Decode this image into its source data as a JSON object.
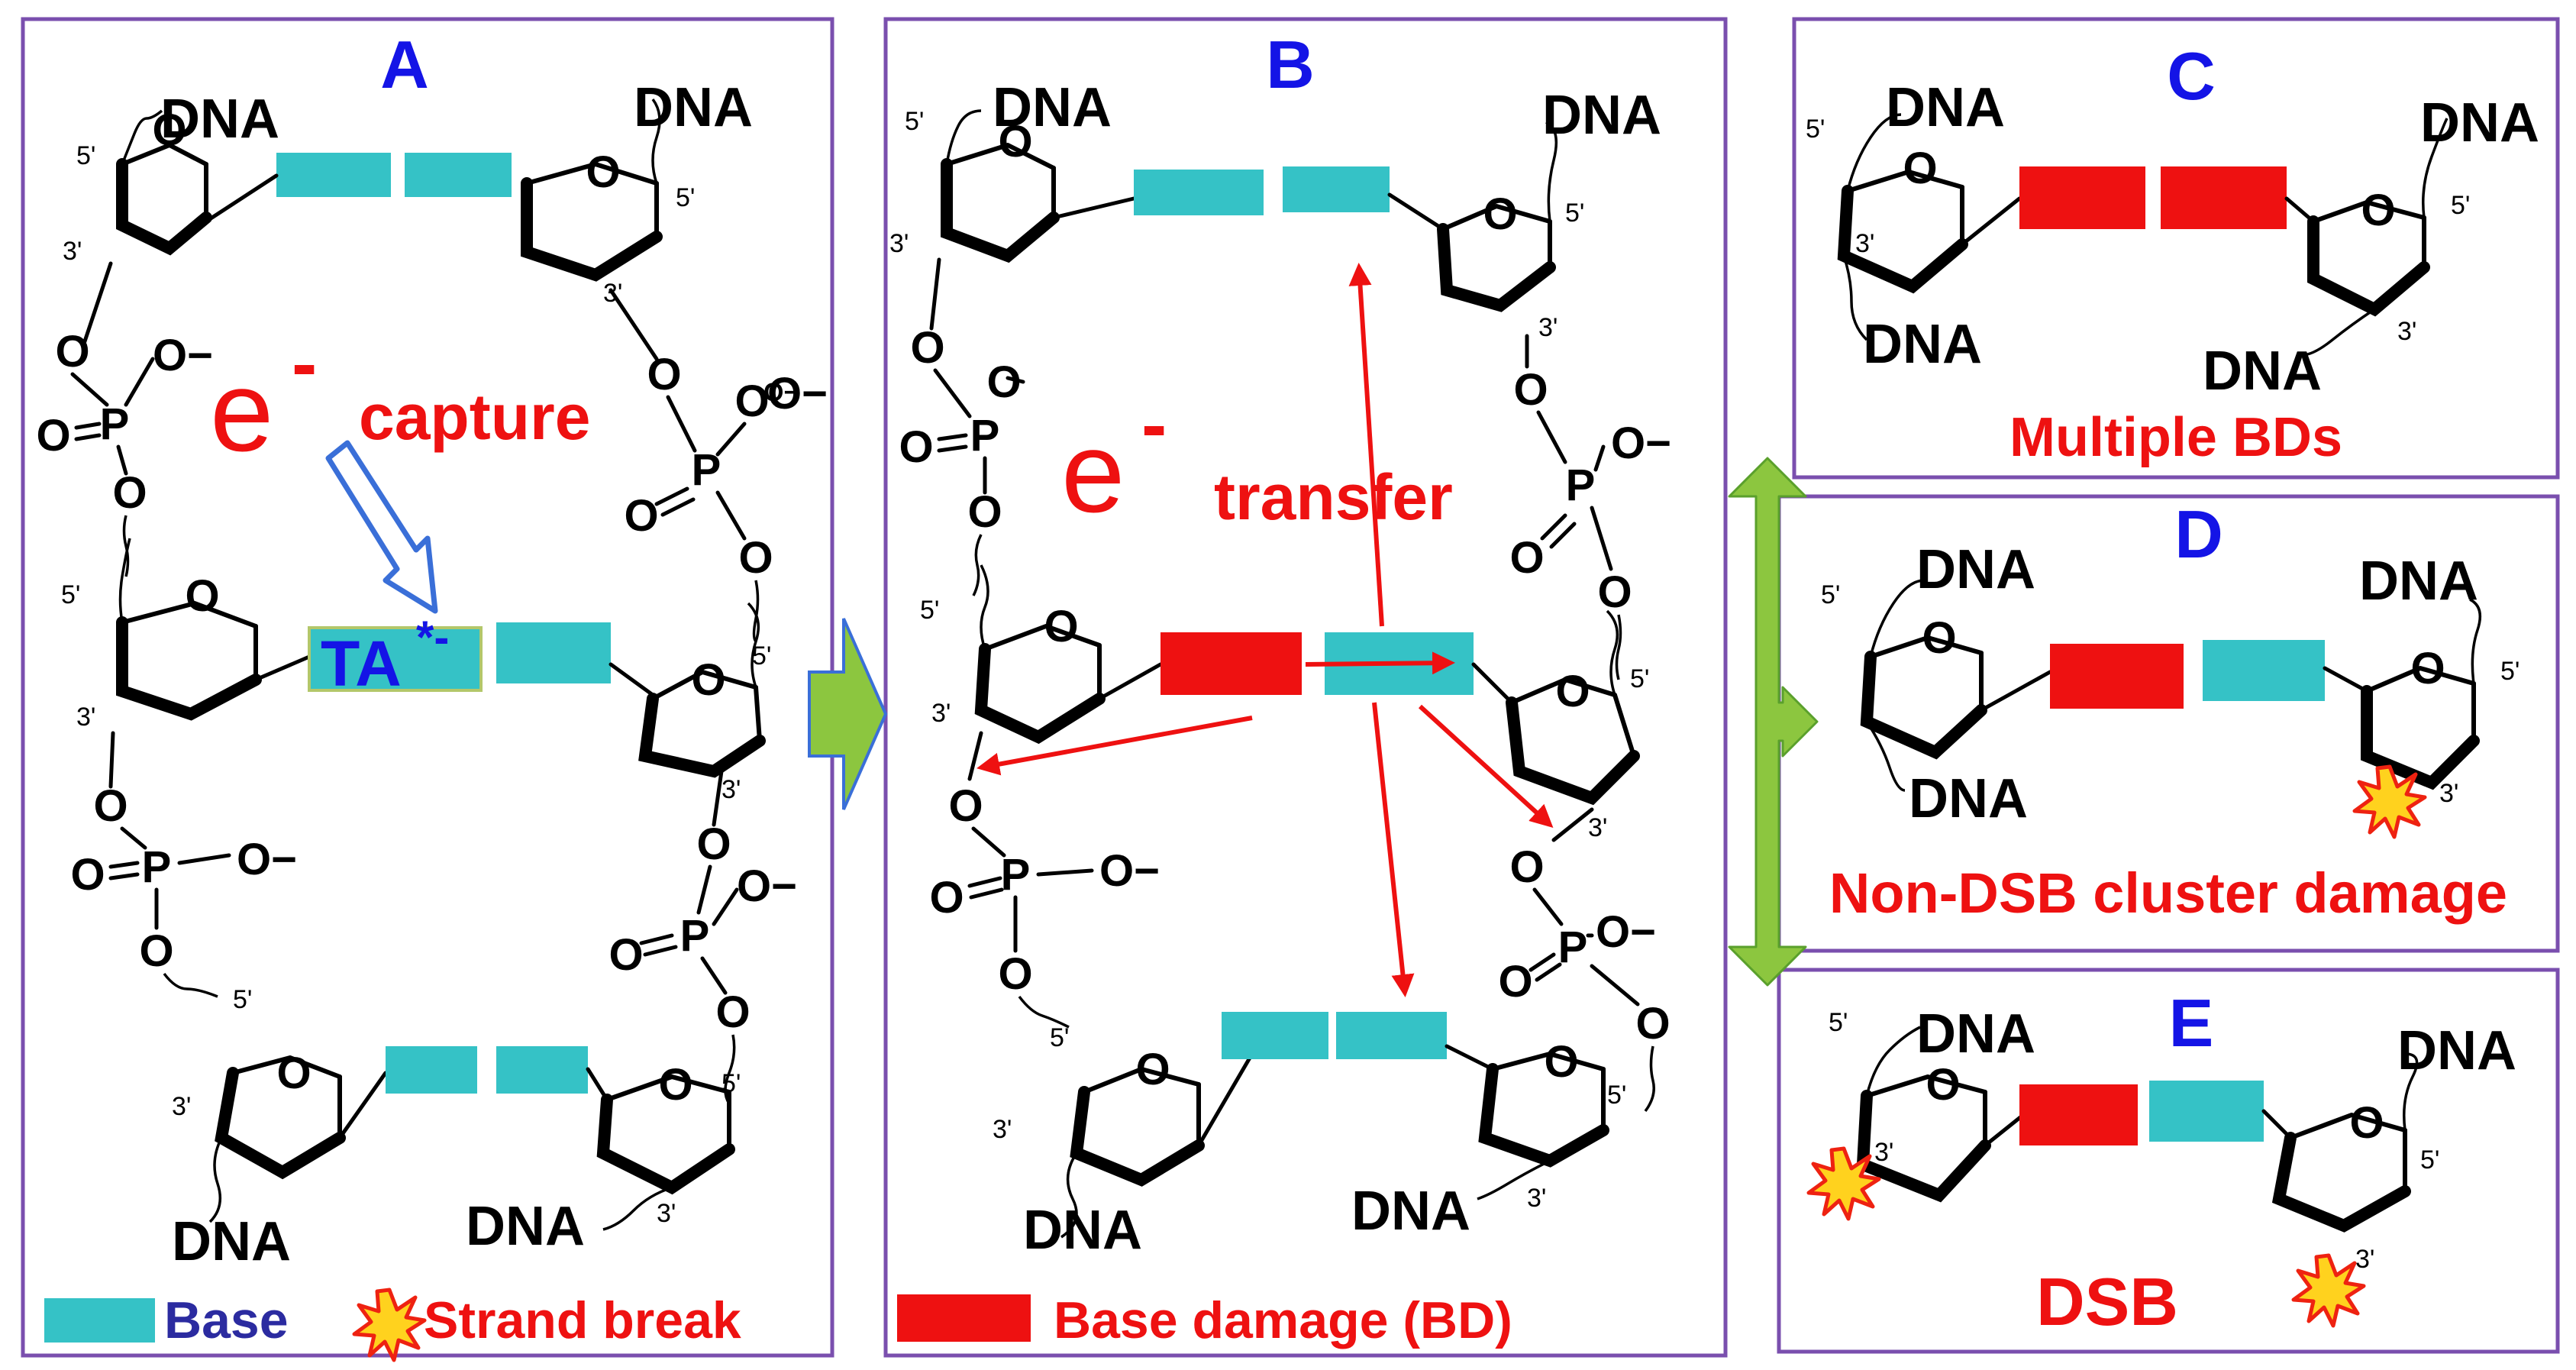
{
  "panels": {
    "a": {
      "title": "A",
      "e_symbol": "e",
      "e_sup": "-",
      "process": "capture",
      "adduct": "TA",
      "adduct_sup": "*-"
    },
    "b": {
      "title": "B",
      "e_symbol": "e",
      "e_sup": "-",
      "process": "transfer"
    },
    "c": {
      "title": "C",
      "caption": "Multiple BDs"
    },
    "d": {
      "title": "D",
      "caption": "Non-DSB cluster damage"
    },
    "e": {
      "title": "E",
      "caption": "DSB"
    }
  },
  "labels": {
    "dna": "DNA",
    "p5": "5'",
    "p3": "3'",
    "o": "O",
    "p": "P",
    "o_minus": "O−"
  },
  "legend": {
    "base": "Base",
    "strand_break": "Strand break",
    "base_damage": "Base damage (BD)"
  },
  "colors": {
    "base": "#35c2c6",
    "base_damage": "#ee1111",
    "frame": "#7a4fae",
    "title": "#1414e6",
    "arrow_green": "#8cc63f",
    "electron_path": "#3a6fd8",
    "strand_break": "#ffd21e"
  },
  "icons": [
    "strand-break-icon",
    "electron-capture-arrow-icon",
    "flow-arrow-icon",
    "bidirectional-arrow-icon"
  ]
}
